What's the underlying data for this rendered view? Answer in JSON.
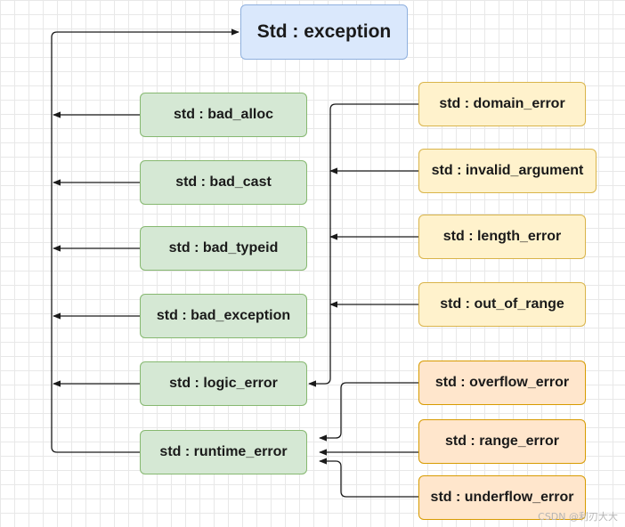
{
  "root": {
    "label": "Std : exception"
  },
  "standard": [
    "std : bad_alloc",
    "std : bad_cast",
    "std : bad_typeid",
    "std : bad_exception",
    "std : logic_error",
    "std : runtime_error"
  ],
  "logic": [
    "std : domain_error",
    "std : invalid_argument",
    "std : length_error",
    "std : out_of_range"
  ],
  "runtime": [
    "std : overflow_error",
    "std : range_error",
    "std : underflow_error"
  ],
  "colors": {
    "root_fill": "#dae8fc",
    "standard_fill": "#d5e8d4",
    "logic_fill": "#fff2cc",
    "runtime_fill": "#ffe6cc",
    "edge": "#1a1a1a"
  },
  "watermark": "CSDN @利刃大大"
}
